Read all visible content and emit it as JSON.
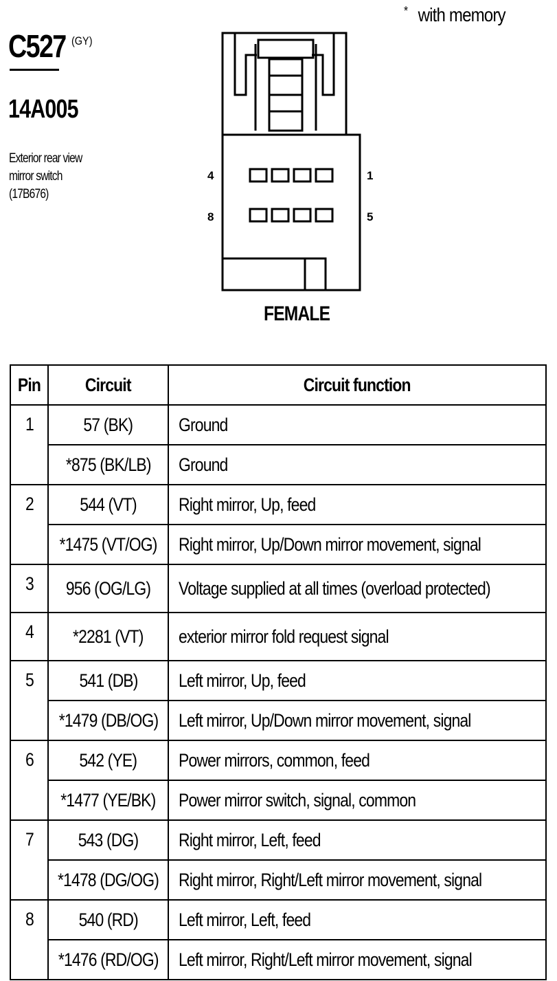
{
  "note": {
    "symbol": "*",
    "text": "with memory"
  },
  "connector": {
    "id": "C527",
    "color": "(GY)",
    "part_number": "14A005",
    "description_lines": [
      "Exterior rear view",
      "mirror switch",
      "(17B676)"
    ],
    "gender_label": "FEMALE",
    "pin_labels": {
      "top_left": "4",
      "top_right": "1",
      "bottom_left": "8",
      "bottom_right": "5"
    }
  },
  "table": {
    "headers": {
      "pin": "Pin",
      "circuit": "Circuit",
      "function": "Circuit function"
    },
    "rows": [
      {
        "pin": "1",
        "circuits": [
          {
            "circuit": "57 (BK)",
            "function": "Ground"
          },
          {
            "circuit": "*875 (BK/LB)",
            "function": "Ground"
          }
        ]
      },
      {
        "pin": "2",
        "circuits": [
          {
            "circuit": "544 (VT)",
            "function": "Right mirror, Up, feed"
          },
          {
            "circuit": "*1475 (VT/OG)",
            "function": "Right mirror, Up/Down mirror movement, signal"
          }
        ]
      },
      {
        "pin": "3",
        "circuits": [
          {
            "circuit": "956 (OG/LG)",
            "function": "Voltage supplied at all times (overload protected)"
          }
        ]
      },
      {
        "pin": "4",
        "circuits": [
          {
            "circuit": "*2281 (VT)",
            "function": "exterior mirror fold request signal"
          }
        ]
      },
      {
        "pin": "5",
        "circuits": [
          {
            "circuit": "541 (DB)",
            "function": "Left mirror, Up, feed"
          },
          {
            "circuit": "*1479 (DB/OG)",
            "function": "Left mirror, Up/Down mirror movement, signal"
          }
        ]
      },
      {
        "pin": "6",
        "circuits": [
          {
            "circuit": "542 (YE)",
            "function": "Power mirrors, common, feed"
          },
          {
            "circuit": "*1477 (YE/BK)",
            "function": "Power mirror switch, signal, common"
          }
        ]
      },
      {
        "pin": "7",
        "circuits": [
          {
            "circuit": "543 (DG)",
            "function": "Right mirror, Left, feed"
          },
          {
            "circuit": "*1478 (DG/OG)",
            "function": "Right mirror, Right/Left mirror movement, signal"
          }
        ]
      },
      {
        "pin": "8",
        "circuits": [
          {
            "circuit": "540 (RD)",
            "function": "Left mirror, Left, feed"
          },
          {
            "circuit": "*1476 (RD/OG)",
            "function": "Left mirror, Right/Left mirror movement, signal"
          }
        ]
      }
    ]
  }
}
